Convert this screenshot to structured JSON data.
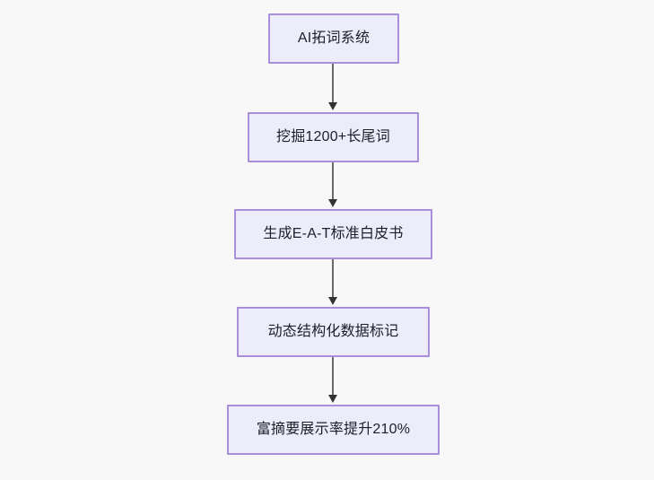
{
  "diagram": {
    "type": "flowchart",
    "direction": "top-to-bottom",
    "background_color": "#f8f8f9",
    "node_fill_color": "#ececfb",
    "node_border_color": "#a98fd9",
    "node_text_color": "#1f1f29",
    "edge_color": "#6b6b6b",
    "arrowhead_color": "#333333",
    "nodes": [
      {
        "id": "node-1",
        "label": "AI拓词系统"
      },
      {
        "id": "node-2",
        "label": "挖掘1200+长尾词"
      },
      {
        "id": "node-3",
        "label": "生成E-A-T标准白皮书"
      },
      {
        "id": "node-4",
        "label": "动态结构化数据标记"
      },
      {
        "id": "node-5",
        "label": "富摘要展示率提升210%"
      }
    ],
    "edges": [
      {
        "id": "edge-1",
        "from": "node-1",
        "to": "node-2",
        "label": ""
      },
      {
        "id": "edge-2",
        "from": "node-2",
        "to": "node-3",
        "label": ""
      },
      {
        "id": "edge-3",
        "from": "node-3",
        "to": "node-4",
        "label": ""
      },
      {
        "id": "edge-4",
        "from": "node-4",
        "to": "node-5",
        "label": ""
      }
    ]
  }
}
